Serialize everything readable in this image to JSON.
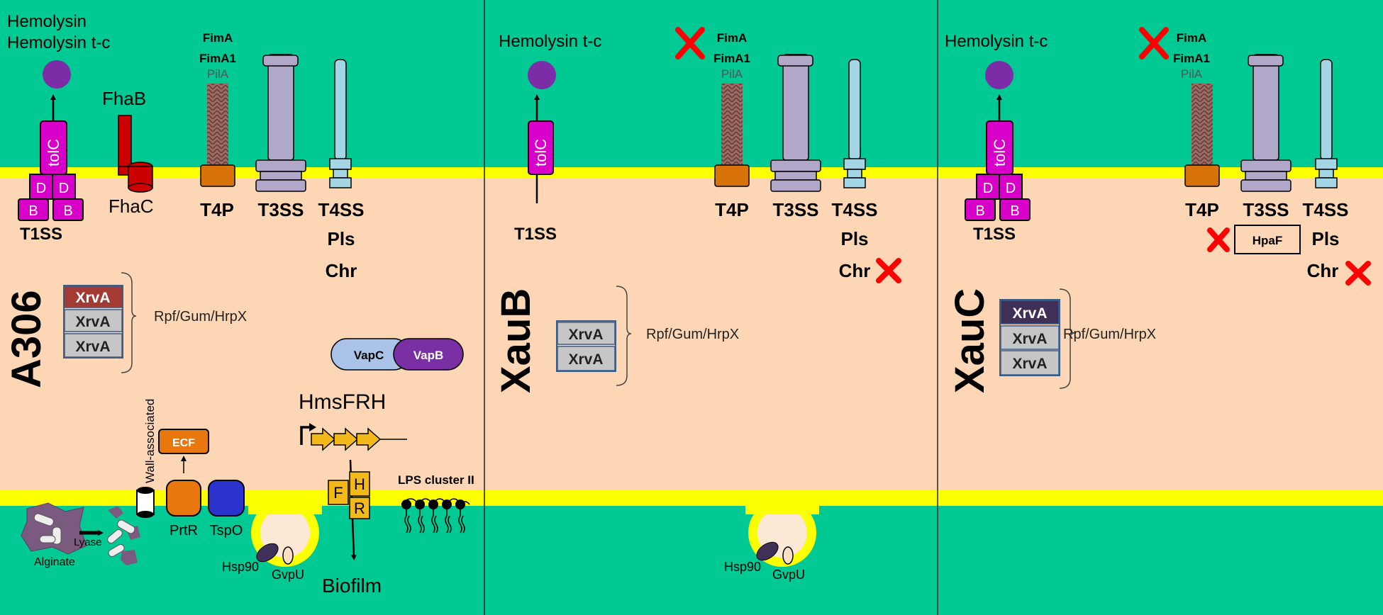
{
  "colors": {
    "outside": "#00c994",
    "cytoplasm": "#fdd7b5",
    "membrane": "#fbff00",
    "tolc": "#d800c8",
    "fha": "#cc0000",
    "t4p_base": "#d8730a",
    "t4p_pilus": "#9c6a63",
    "t3ss": "#b0a7c9",
    "t4ss": "#a4d6e6",
    "xrv_red": "#a33a33",
    "xrv_gray": "#c6c6c6",
    "xrv_dark": "#3f3058",
    "xrv_border": "#3d5d87",
    "vapc": "#a9c4e8",
    "vapb": "#7a2fa4",
    "ecf": "#e8770e",
    "prtr": "#e8770e",
    "tspo": "#2b33cc",
    "hms": "#f3b81a",
    "cross": "#ff0000",
    "hemolysin": "#7b2ca6"
  },
  "icons": [
    "cross-icon",
    "promoter-arrow-icon",
    "gene-arrow-icon",
    "vesicle-icon",
    "lps-molecule-icon"
  ],
  "panels": [
    {
      "id": "A306",
      "strain": "A306",
      "hemolysin_label_1": "Hemolysin",
      "hemolysin_label_2": "Hemolysin t-c",
      "tolc": "tolC",
      "d_subunit": "D",
      "b_subunit": "B",
      "t1ss": "T1SS",
      "fhab": "FhaB",
      "fhac": "FhaC",
      "fima": "FimA",
      "fima1": "FimA1",
      "pila": "PilA",
      "t4p": "T4P",
      "t3ss": "T3SS",
      "t4ss": "T4SS",
      "pls": "Pls",
      "chr": "Chr",
      "xrva": "XrvA",
      "rpf": "Rpf/Gum/HrpX",
      "vapc": "VapC",
      "vapb": "VapB",
      "hmsfrh": "HmsFRH",
      "hms_f": "F",
      "hms_h": "H",
      "hms_r": "R",
      "biofilm": "Biofilm",
      "lps": "LPS cluster II",
      "wall": "Wall-associated",
      "ecf": "ECF",
      "prtr": "PrtR",
      "tspo": "TspO",
      "lyase": "Lyase",
      "alginate": "Alginate",
      "hsp90": "Hsp90",
      "gvpu": "GvpU"
    },
    {
      "id": "XauB",
      "strain": "XauB",
      "hemolysin_label": "Hemolysin t-c",
      "tolc": "tolC",
      "t1ss": "T1SS",
      "fima": "FimA",
      "fima1": "FimA1",
      "pila": "PilA",
      "t4p": "T4P",
      "t3ss": "T3SS",
      "t4ss": "T4SS",
      "pls": "Pls",
      "chr": "Chr",
      "xrva": "XrvA",
      "rpf": "Rpf/Gum/HrpX",
      "hsp90": "Hsp90",
      "gvpu": "GvpU"
    },
    {
      "id": "XauC",
      "strain": "XauC",
      "hemolysin_label": "Hemolysin t-c",
      "tolc": "tolC",
      "d_subunit": "D",
      "b_subunit": "B",
      "t1ss": "T1SS",
      "fima": "FimA",
      "fima1": "FimA1",
      "pila": "PilA",
      "t4p": "T4P",
      "t3ss": "T3SS",
      "t4ss": "T4SS",
      "hpaf": "HpaF",
      "pls": "Pls",
      "chr": "Chr",
      "xrva": "XrvA",
      "rpf": "Rpf/Gum/HrpX"
    }
  ]
}
